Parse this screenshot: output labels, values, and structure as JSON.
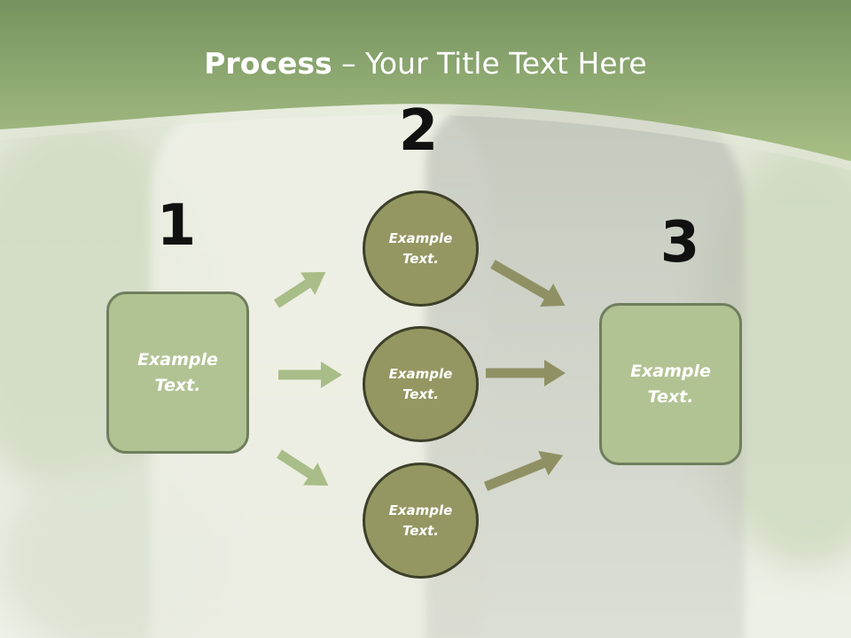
{
  "title": {
    "bold": "Process",
    "rest": " – Your Title Text Here"
  },
  "numbers": [
    "1",
    "2",
    "3"
  ],
  "left_box": {
    "line1": "Example",
    "line2": "Text."
  },
  "right_box": {
    "line1": "Example",
    "line2": "Text."
  },
  "circles": [
    {
      "line1": "Example",
      "line2": "Text."
    },
    {
      "line1": "Example",
      "line2": "Text."
    },
    {
      "line1": "Example",
      "line2": "Text."
    }
  ],
  "colors": {
    "header_green": "#8ea871",
    "box_fill": "#b2c393",
    "box_border": "#6f7e5c",
    "circle_fill": "#959762",
    "circle_border": "#3d3f29",
    "arrow_light": "#a9bd88",
    "arrow_dark": "#8f9164"
  }
}
